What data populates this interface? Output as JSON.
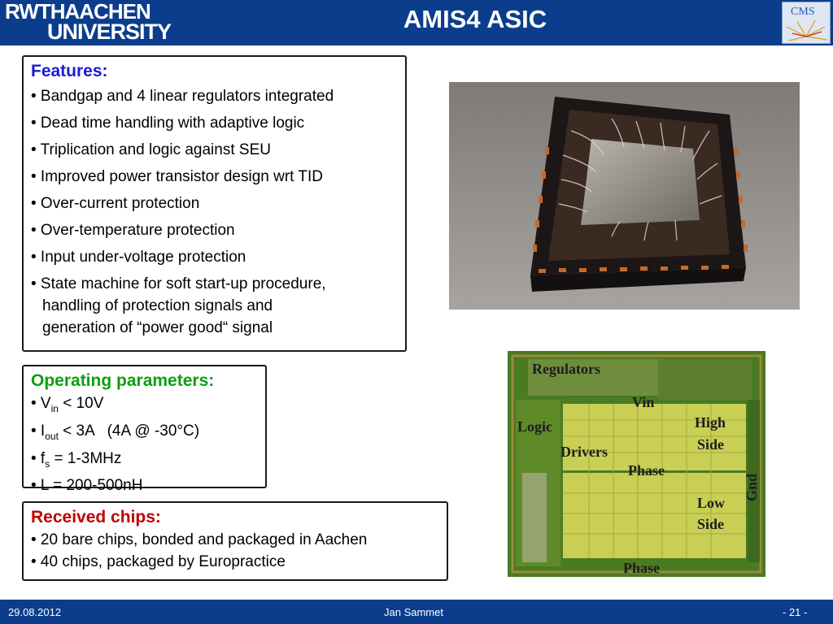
{
  "header": {
    "title": "AMIS4 ASIC",
    "logo_text_line1": "RWTHAACHEN",
    "logo_text_line2": "UNIVERSITY",
    "cms_logo_text": "CMS"
  },
  "features": {
    "heading": "Features:",
    "items": [
      "• Bandgap and 4 linear regulators integrated",
      "• Dead time handling with adaptive logic",
      "• Triplication and logic against SEU",
      "• Improved power transistor design wrt TID",
      "• Over-current protection",
      "• Over-temperature protection",
      "• Input under-voltage protection",
      "• State machine for soft start-up procedure,"
    ],
    "continuation": [
      "handling of protection signals and",
      "generation of “power good“ signal"
    ]
  },
  "operating_parameters": {
    "heading": "Operating parameters:",
    "vin": {
      "bullet": "• V",
      "sub": "in",
      "rest": " < 10V"
    },
    "iout": {
      "bullet": "• I",
      "sub": "out",
      "rest": " < 3A   (4A @ -30°C)"
    },
    "fs": {
      "bullet": "• f",
      "sub": "s",
      "rest": " = 1-3MHz"
    },
    "l": "• L = 200-500nH"
  },
  "received_chips": {
    "heading": "Received chips:",
    "items": [
      "• 20 bare chips, bonded and packaged in Aachen",
      "• 40 chips, packaged by Europractice"
    ]
  },
  "die_labels": {
    "regulators": "Regulators",
    "vin": "Vin",
    "logic": "Logic",
    "high_side_1": "High",
    "high_side_2": "Side",
    "drivers": "Drivers",
    "phase_top": "Phase",
    "low_side_1": "Low",
    "low_side_2": "Side",
    "gnd": "Gnd",
    "phase_bottom": "Phase"
  },
  "footer": {
    "date": "29.08.2012",
    "author": "Jan Sammet",
    "page": "- 21 -"
  },
  "colors": {
    "header_bg": "#0b3d8c",
    "features_heading": "#1a1ad6",
    "params_heading": "#0f9e0f",
    "received_heading": "#c00000"
  }
}
